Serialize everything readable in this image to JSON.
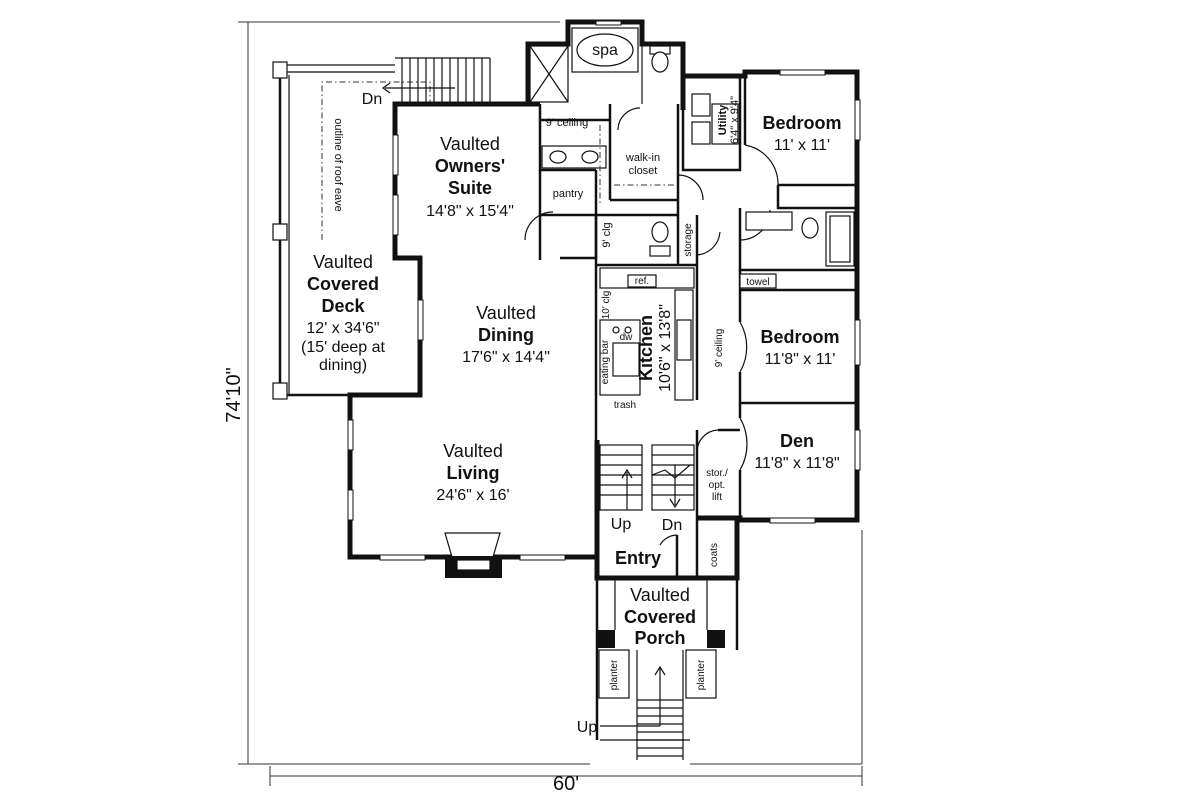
{
  "overall": {
    "width": "60'",
    "depth": "74'10\""
  },
  "labels": {
    "dn_deck": "Dn",
    "roof_eave": "outline of roof eave",
    "spa": "spa",
    "ceiling_owner": "9' ceiling",
    "walk_in_closet": [
      "walk-in",
      "closet"
    ],
    "pantry": "pantry",
    "clg_9": "9' clg",
    "storage": "storage",
    "ref": "ref.",
    "clg_10": "10' clg",
    "dw": "dw",
    "eating_bar": "eating bar",
    "trash": "trash",
    "ceiling_hall": "9' ceiling",
    "towel": "towel",
    "stor_lift": [
      "stor./",
      "opt.",
      "lift"
    ],
    "up_stair": "Up",
    "dn_stair": "Dn",
    "coats": "coats",
    "planter_left": "planter",
    "planter_right": "planter",
    "up_front": "Up"
  },
  "rooms": {
    "owners_suite": {
      "line1": "Vaulted",
      "line2": "Owners'",
      "line3": "Suite",
      "size": "14'8\" x 15'4\""
    },
    "covered_deck": {
      "line1": "Vaulted",
      "line2": "Covered",
      "line3": "Deck",
      "size": "12' x 34'6\"",
      "note1": "(15' deep at",
      "note2": "dining)"
    },
    "dining": {
      "line1": "Vaulted",
      "line2": "Dining",
      "size": "17'6\" x 14'4\""
    },
    "living": {
      "line1": "Vaulted",
      "line2": "Living",
      "size": "24'6\" x 16'"
    },
    "kitchen": {
      "name": "Kitchen",
      "size": "10'6\" x 13'8\""
    },
    "utility": {
      "name": "Utility",
      "size": "6'4\" x 9'4\""
    },
    "bedroom_1": {
      "name": "Bedroom",
      "size": "11' x 11'"
    },
    "bedroom_2": {
      "name": "Bedroom",
      "size": "11'8\" x 11'"
    },
    "den": {
      "name": "Den",
      "size": "11'8\" x 11'8\""
    },
    "entry": {
      "name": "Entry"
    },
    "covered_porch": {
      "line1": "Vaulted",
      "line2": "Covered",
      "line3": "Porch"
    }
  }
}
